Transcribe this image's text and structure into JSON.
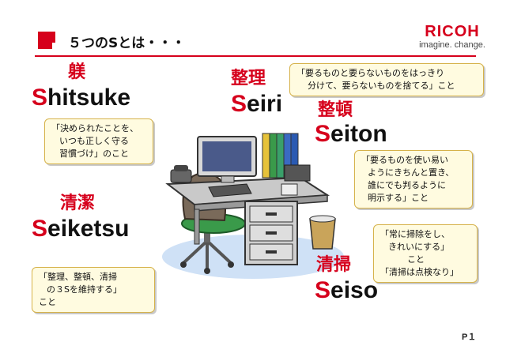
{
  "brand": {
    "name": "RICOH",
    "tagline": "imagine. change."
  },
  "title": "５つのSとは・・・",
  "items": [
    {
      "kanji": "躾",
      "lead": "S",
      "rest": "hitsuke",
      "desc": [
        "「決められたことを、",
        "いつも正しく守る",
        "習慣づけ」のこと"
      ]
    },
    {
      "kanji": "整理",
      "lead": "S",
      "rest": "eiri",
      "desc": [
        "「要るものと要らないものをはっきり",
        "分けて、要らないものを捨てる」こと"
      ]
    },
    {
      "kanji": "整頓",
      "lead": "S",
      "rest": "eiton",
      "desc": [
        "「要るものを使い易い",
        "ようにきちんと置き、",
        "誰にでも判るように",
        "明示する」こと"
      ]
    },
    {
      "kanji": "清潔",
      "lead": "S",
      "rest": "eiketsu",
      "desc": [
        "「整理、整頓、清掃",
        "の３Sを維持する」",
        "こと"
      ]
    },
    {
      "kanji": "清掃",
      "lead": "S",
      "rest": "eiso",
      "desc": [
        "「常に掃除をし、",
        "きれいにする」",
        "こと",
        "「清掃は点検なり」"
      ]
    }
  ],
  "page_number": "P１",
  "colors": {
    "accent": "#d6001c",
    "bubble_fill": "#fffbe0",
    "bubble_border": "#d6b24a"
  }
}
